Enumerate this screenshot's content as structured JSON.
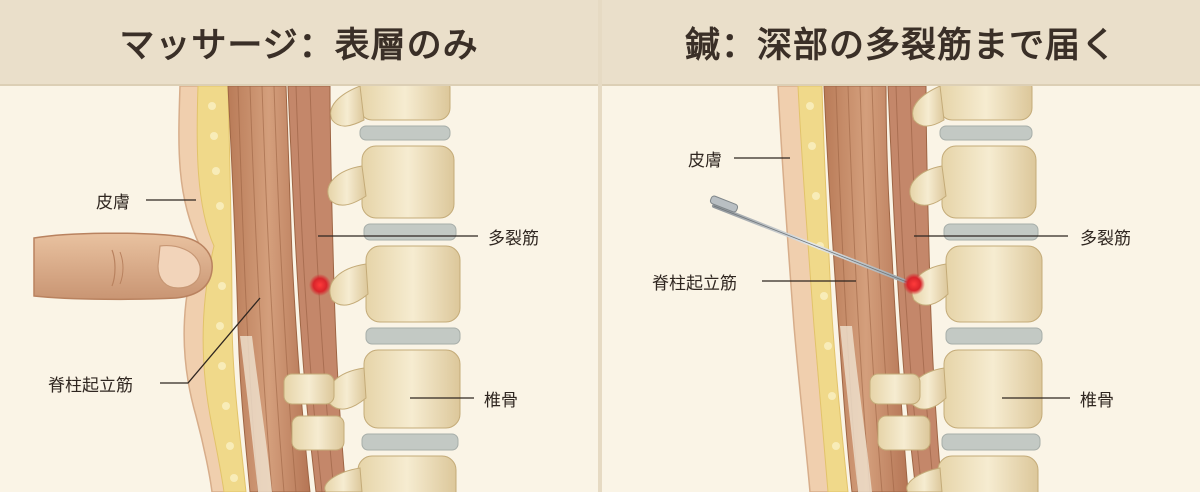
{
  "left_panel": {
    "title": "マッサージ：表層のみ",
    "labels": {
      "skin": "皮膚",
      "multifidus": "多裂筋",
      "erector": "脊柱起立筋",
      "vertebra": "椎骨"
    }
  },
  "right_panel": {
    "title": "鍼：深部の多裂筋まで届く",
    "labels": {
      "skin": "皮膚",
      "multifidus": "多裂筋",
      "erector": "脊柱起立筋",
      "vertebra": "椎骨"
    }
  },
  "colors": {
    "header_bg": "#eadfca",
    "panel_bg": "#faf4e6",
    "muscle": "#c9946f",
    "muscle_dark": "#a86d4c",
    "bone": "#efe2c0",
    "disc": "#c3c9c4",
    "fat": "#f0d98a",
    "target_dot": "#d8242a"
  }
}
